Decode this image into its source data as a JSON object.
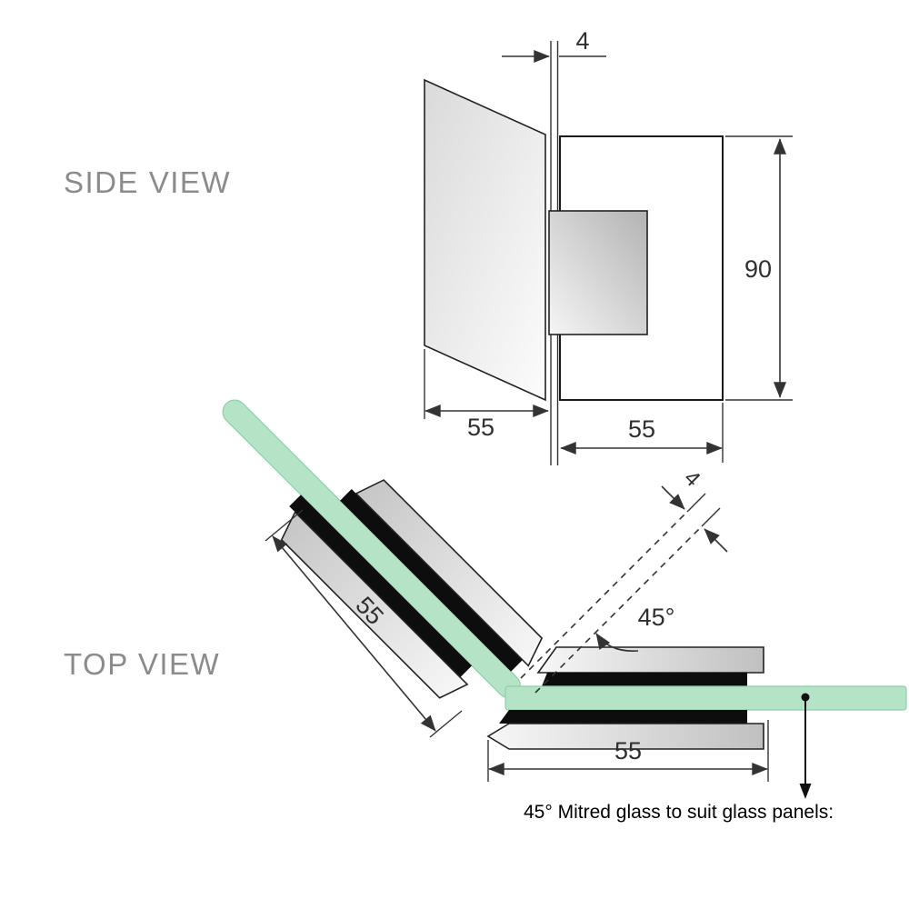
{
  "labels": {
    "side_view": "SIDE VIEW",
    "top_view": "TOP VIEW"
  },
  "side_view": {
    "dim_glass_thickness": "4",
    "dim_plate_height": "90",
    "dim_glass_width": "55",
    "dim_plate_width": "55"
  },
  "top_view": {
    "dim_mitre_gap": "4",
    "dim_angle": "45°",
    "dim_clamp_diagonal": "55",
    "dim_clamp_horizontal": "55",
    "note": "45° Mitred glass to suit glass panels:"
  },
  "colors": {
    "glass_green": "#b5e3c6",
    "glass_green_edge": "#8ecfae",
    "line": "#333333",
    "view_label": "#8b8b8b"
  }
}
